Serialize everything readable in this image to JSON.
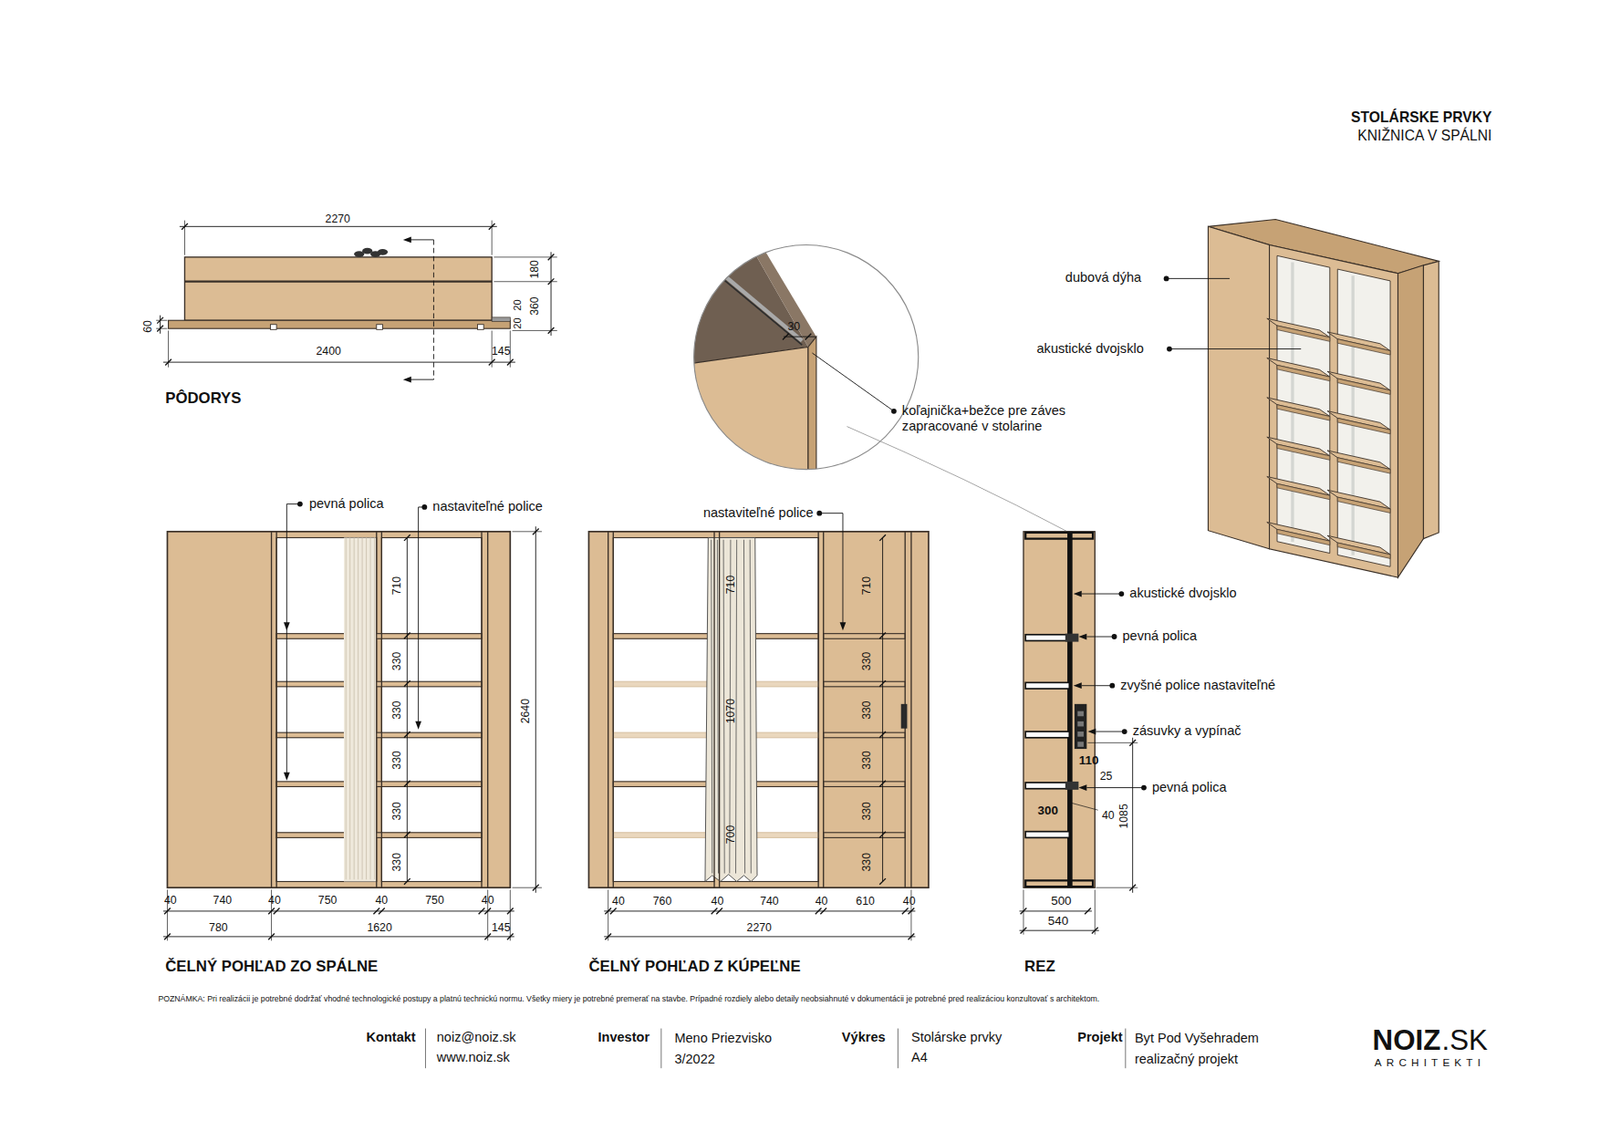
{
  "diagram": {
    "title": "STOLÁRSKE PRVKY",
    "labels": [
      "KNIŽNICA V SPÁLNI",
      "2270",
      "180",
      "360",
      "20",
      "20",
      "60",
      "2400",
      "145",
      "PÔDORYS",
      "30",
      "koľajnička+bežce pre záves zapracované v stolarine",
      "dubová dýha",
      "akustické dvojsklo",
      "pevná polica",
      "nastaviteľné police",
      "710",
      "330",
      "330",
      "330",
      "330",
      "330",
      "2640",
      "40",
      "740",
      "40",
      "750",
      "40",
      "750",
      "40",
      "780",
      "1620",
      "145",
      "ČELNÝ POHĽAD ZO SPÁLNE",
      "nastaviteľné police",
      "710",
      "1070",
      "700",
      "710",
      "330",
      "330",
      "330",
      "330",
      "330",
      "40",
      "760",
      "40",
      "740",
      "40",
      "610",
      "40",
      "2270",
      "ČELNÝ POHĽAD Z KÚPEĽNE",
      "akustické dvojsklo",
      "pevná polica",
      "zvyšné police nastaviteľné",
      "zásuvky a vypínač",
      "110",
      "pevná polica",
      "25",
      "300",
      "40",
      "1085",
      "500",
      "540",
      "REZ",
      "POZNÁMKA: Pri realizácii je potrebné dodržať vhodné technologické postupy a platnú technickú normu. Všetky miery je potrebné premerať na stavbe. Prípadné rozdiely alebo detaily neobsiahnuté v dokumentácii je potrebné pred realizáciou konzultovať s architektom.",
      "Kontakt",
      "noiz@noiz.sk",
      "www.noiz.sk",
      "Investor",
      "Meno Priezvisko",
      "3/2022",
      "Výkres",
      "Stolárske prvky",
      "A4",
      "Projekt",
      "Byt Pod Vyšehradem",
      "realizačný projekt",
      "NOIZ",
      ".SK",
      "ARCHITEKTI"
    ]
  }
}
